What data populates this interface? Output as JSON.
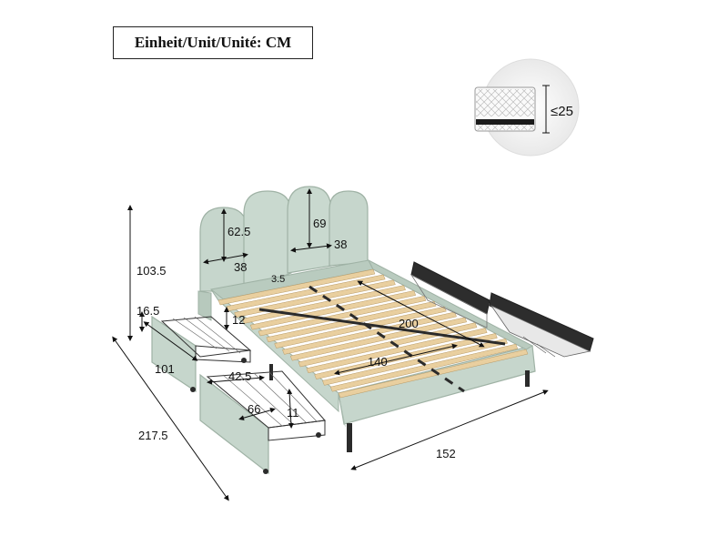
{
  "unit_label": "Einheit/Unit/Unité: CM",
  "mattress": {
    "thickness": "≤25"
  },
  "dimensions": {
    "overall_height": "103.5",
    "overall_length": "217.5",
    "overall_width": "152",
    "headboard_outer_panel_height": "62.5",
    "headboard_outer_panel_width": "38",
    "headboard_inner_panel_height": "69",
    "headboard_inner_panel_width": "38",
    "slat_thickness": "3.5",
    "frame_clearance": "12",
    "drawer_height": "16.5",
    "drawer_length": "101",
    "drawer_width": "42.5",
    "drawer_inner_length": "66",
    "drawer_inner_height": "11",
    "mattress_length": "200",
    "mattress_width": "140"
  },
  "colors": {
    "upholstery": "#c6d6cc",
    "upholstery_shadow": "#a9bcb0",
    "slat": "#e9cf9f",
    "frame_dark": "#2b2b2b",
    "dimension_line": "#111111"
  }
}
